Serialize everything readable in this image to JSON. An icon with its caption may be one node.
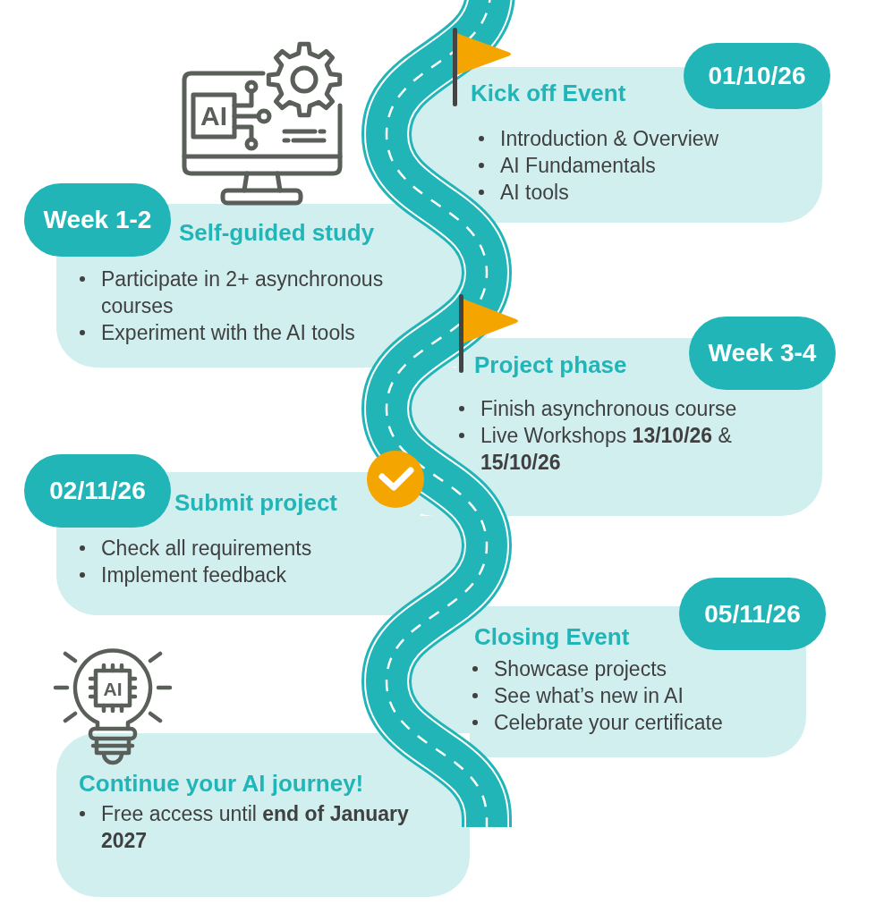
{
  "diagram": {
    "nodes": [
      {
        "text": [
          "Kick off Event",
          "Introduction & Overview",
          "AI Fundamentals",
          "AI tools"
        ]
      },
      {
        "text": [
          "01/10/26"
        ]
      },
      {
        "text": [
          "Week 1-2"
        ]
      },
      {
        "text": [
          "Self-guided study",
          "Participate in 2+ asynchronous courses",
          "Experiment with the AI tools"
        ]
      },
      {
        "text": [
          "Project phase",
          "Finish asynchronous course",
          "Live Workshops **13/10/26** & **15/10/26**"
        ]
      },
      {
        "text": [
          "Week 3-4"
        ]
      },
      {
        "text": [
          "02/11/26"
        ]
      },
      {
        "text": [
          "Submit project",
          "Check all requirements",
          "Implement feedback"
        ]
      },
      {
        "text": [
          "Closing Event",
          "Showcase projects",
          "See what’s new in AI",
          "Celebrate your certificate"
        ]
      },
      {
        "text": [
          "05/11/26"
        ]
      },
      {
        "text": [
          "Continue your AI journey!",
          "Free access until **end of January 2027**"
        ]
      }
    ],
    "labels": [
      "AI",
      "AI"
    ]
  }
}
